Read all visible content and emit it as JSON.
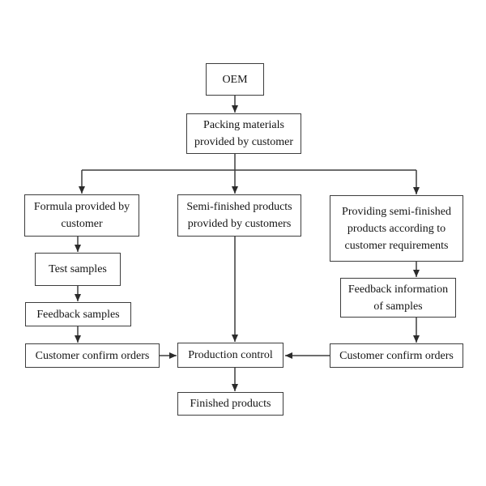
{
  "diagram": {
    "type": "flowchart",
    "background_color": "#ffffff",
    "line_color": "#3d3d3d",
    "text_color": "#141414",
    "nodes": {
      "oem": {
        "label": "OEM"
      },
      "packing_materials": {
        "label": "Packing materials provided by customer"
      },
      "formula": {
        "label": "Formula provided by customer"
      },
      "test_samples": {
        "label": "Test samples"
      },
      "feedback_samples": {
        "label": "Feedback samples"
      },
      "customer_confirm_left": {
        "label": "Customer confirm orders"
      },
      "semi_finished": {
        "label": "Semi-finished products provided by customers"
      },
      "production_control": {
        "label": "Production control"
      },
      "finished_products": {
        "label": "Finished products"
      },
      "providing_semi_finished": {
        "label": "Providing semi-finished products according to customer requirements"
      },
      "feedback_information": {
        "label": "Feedback information of samples"
      },
      "customer_confirm_right": {
        "label": "Customer confirm orders"
      }
    },
    "edges": [
      {
        "from": "oem",
        "to": "packing_materials"
      },
      {
        "from": "packing_materials",
        "to": "formula"
      },
      {
        "from": "packing_materials",
        "to": "semi_finished"
      },
      {
        "from": "packing_materials",
        "to": "providing_semi_finished"
      },
      {
        "from": "formula",
        "to": "test_samples"
      },
      {
        "from": "test_samples",
        "to": "feedback_samples"
      },
      {
        "from": "feedback_samples",
        "to": "customer_confirm_left"
      },
      {
        "from": "customer_confirm_left",
        "to": "production_control"
      },
      {
        "from": "semi_finished",
        "to": "production_control"
      },
      {
        "from": "production_control",
        "to": "finished_products"
      },
      {
        "from": "providing_semi_finished",
        "to": "feedback_information"
      },
      {
        "from": "feedback_information",
        "to": "customer_confirm_right"
      },
      {
        "from": "customer_confirm_right",
        "to": "production_control"
      }
    ]
  }
}
